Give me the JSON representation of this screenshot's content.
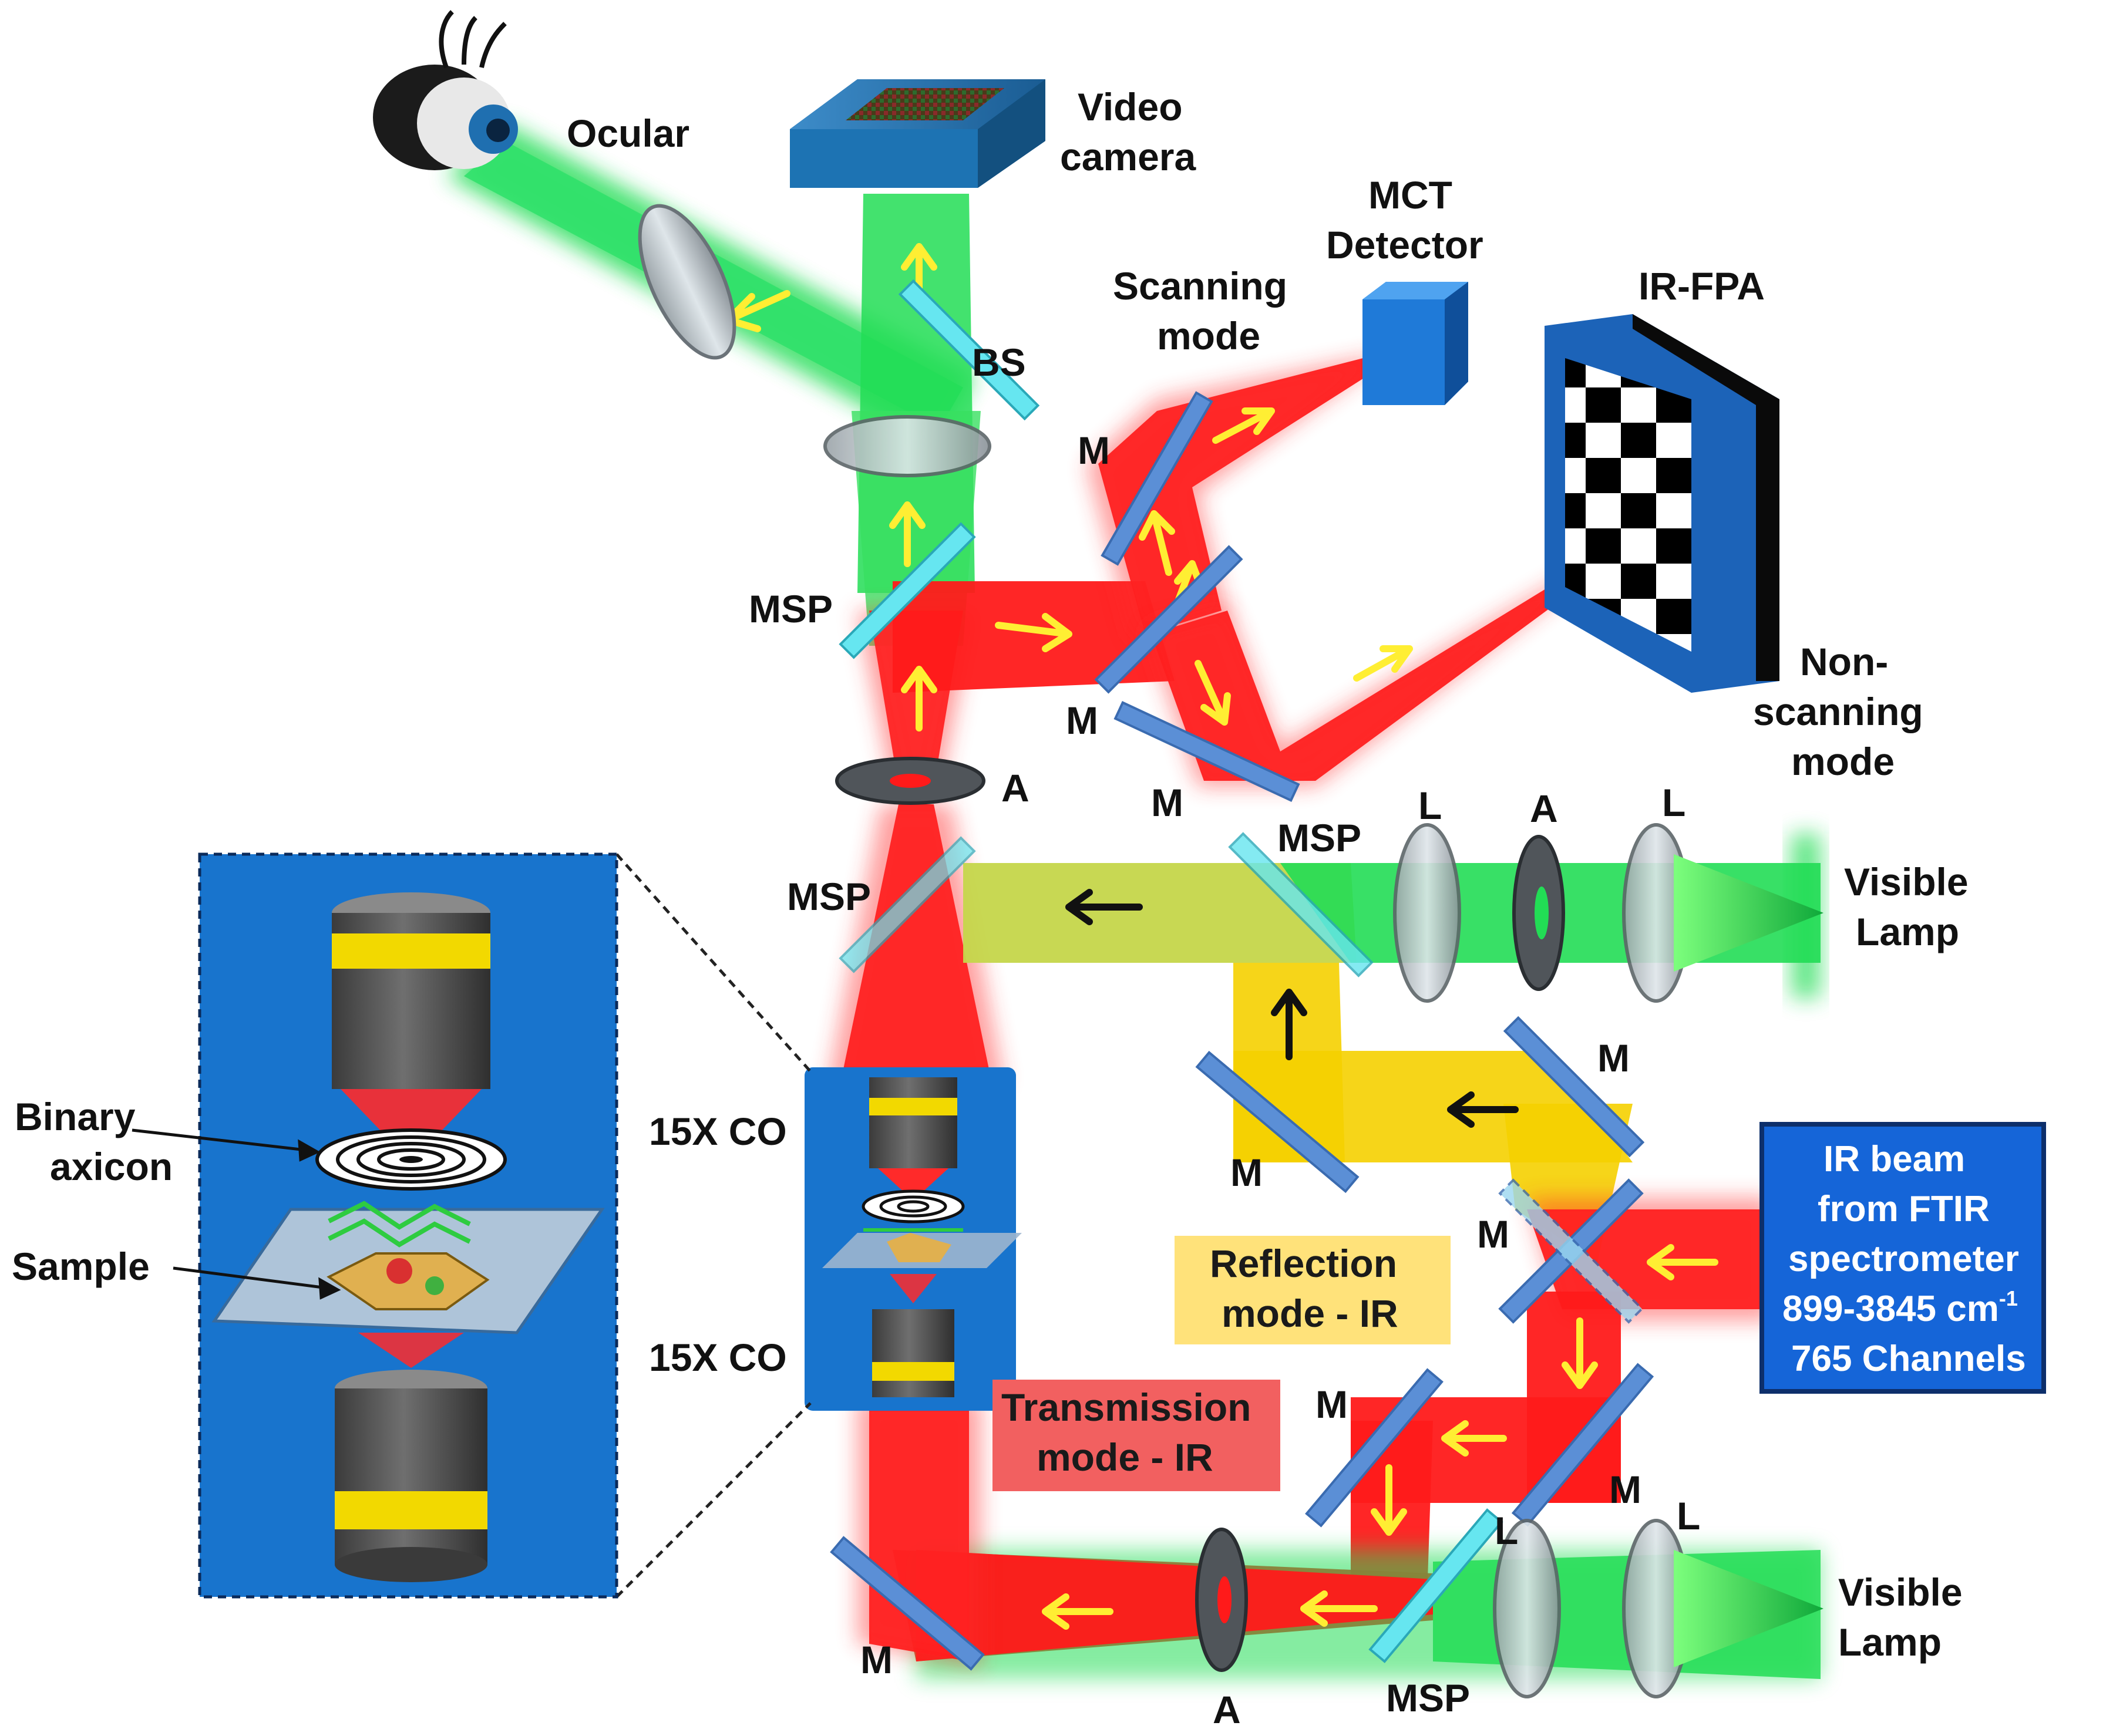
{
  "labels": {
    "ocular": "Ocular",
    "video_camera_1": "Video",
    "video_camera_2": "camera",
    "mct_1": "MCT",
    "mct_2": "Detector",
    "scanning_1": "Scanning",
    "scanning_2": "mode",
    "ir_fpa": "IR-FPA",
    "nonscan_1": "Non-",
    "nonscan_2": "scanning",
    "nonscan_3": "mode",
    "bs": "BS",
    "msp_upper": "MSP",
    "msp_mid_left": "MSP",
    "msp_mid_right": "MSP",
    "msp_bottom": "MSP",
    "m_scan": "M",
    "m_nonscan_1": "M",
    "m_nonscan_2": "M",
    "m_refl_left": "M",
    "m_refl_right": "M",
    "m_ir_in": "M",
    "m_trans_left": "M",
    "m_trans_right": "M",
    "m_bottom": "M",
    "a_upper": "A",
    "a_lamp_top": "A",
    "a_bottom": "A",
    "l_lamp_top_1": "L",
    "l_lamp_top_2": "L",
    "l_lamp_bottom_1": "L",
    "l_lamp_bottom_2": "L",
    "visible_lamp_top_1": "Visible",
    "visible_lamp_top_2": "Lamp",
    "visible_lamp_bottom_1": "Visible",
    "visible_lamp_bottom_2": "Lamp",
    "co_top": "15X CO",
    "co_bottom": "15X CO",
    "binary_1": "Binary",
    "binary_2": "axicon",
    "sample": "Sample",
    "reflection_1": "Reflection",
    "reflection_2": "mode - IR",
    "transmission_1": "Transmission",
    "transmission_2": "mode - IR",
    "ir_box_1": "IR beam",
    "ir_box_2": "from FTIR",
    "ir_box_3": "spectrometer",
    "ir_box_4": "899-3845 cm",
    "ir_box_4_sup": "-1",
    "ir_box_5": "765 Channels"
  },
  "colors": {
    "ir_beam": "#ff1a1a",
    "visible_beam": "#22dd55",
    "reflection_beam": "#f5d000",
    "arrow_yellow": "#ffee33",
    "mirror_blue": "#5b8fd6",
    "splitter_cyan": "#66e6f0",
    "inset_blue": "#1874cd",
    "reflection_box": "#ffe27a",
    "transmission_box": "#f26060",
    "ir_box": "#1565d8"
  }
}
